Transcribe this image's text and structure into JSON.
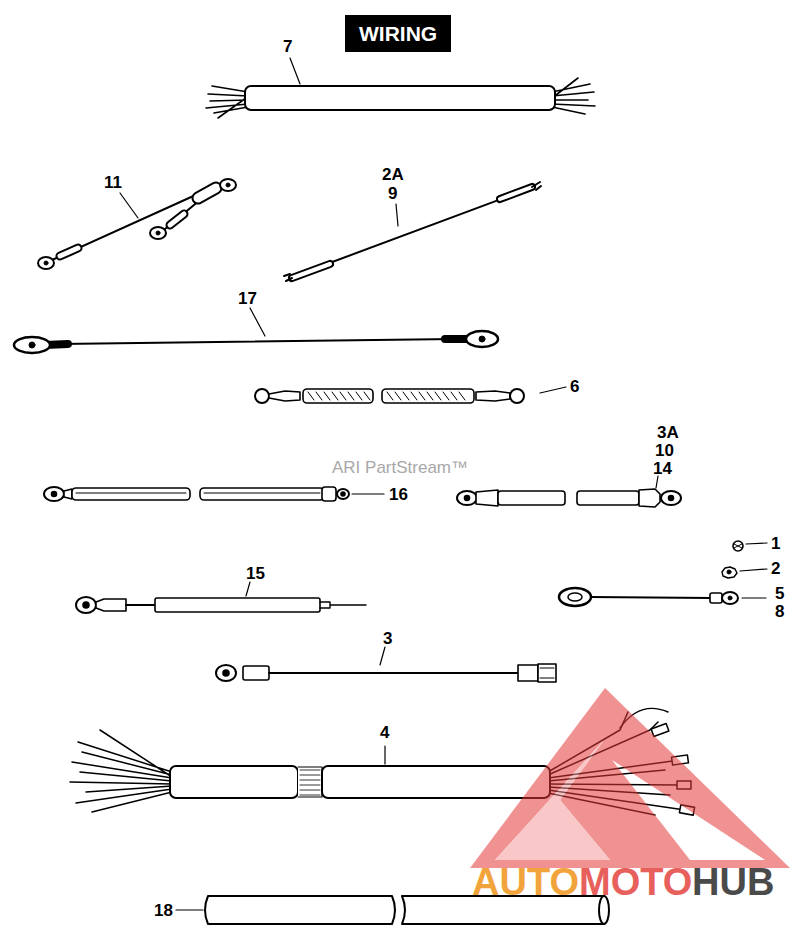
{
  "diagram": {
    "title": "WIRING",
    "labels": [
      "7",
      "11",
      "2A",
      "9",
      "17",
      "6",
      "ARI PartStream™",
      "3A",
      "10",
      "14",
      "16",
      "1",
      "2",
      "15",
      "5",
      "8",
      "3",
      "4",
      "18",
      "AUTO",
      "MOTO",
      "HUB"
    ]
  }
}
